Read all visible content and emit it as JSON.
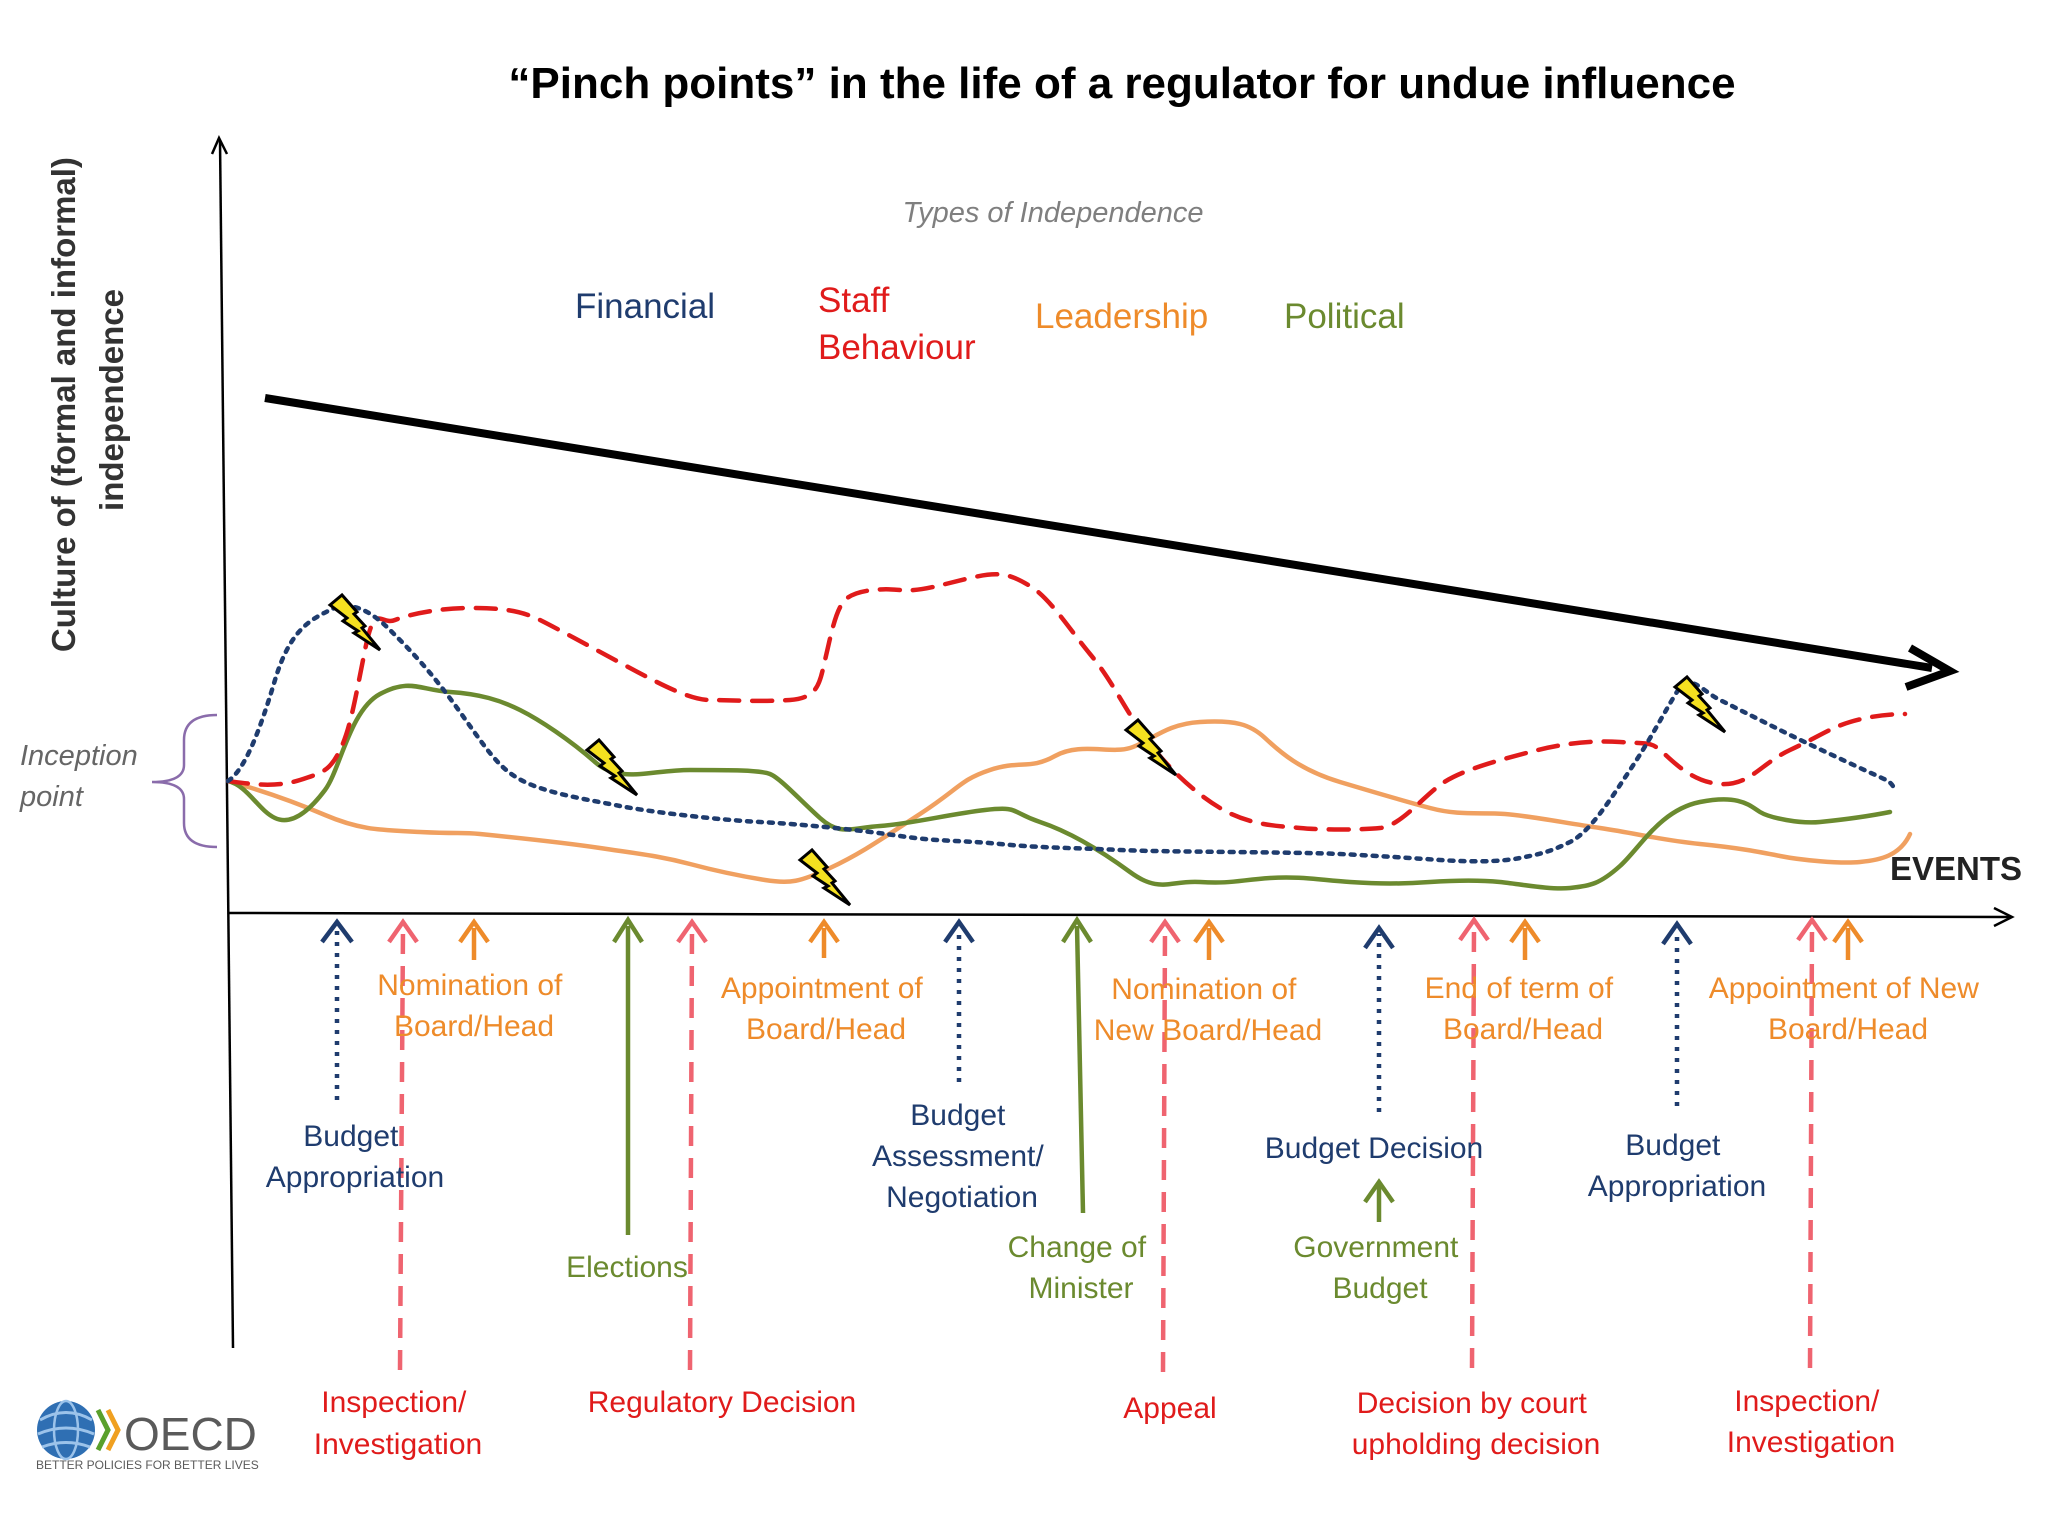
{
  "title": "“Pinch points” in the life of a regulator for undue influence",
  "y_axis_label": [
    "Culture of (formal and informal)",
    "independence"
  ],
  "x_axis_label": "EVENTS",
  "legend": {
    "heading": "Types of Independence",
    "items": [
      {
        "id": "financial",
        "lines": [
          "Financial"
        ],
        "color": "#1f3c6e"
      },
      {
        "id": "staff",
        "lines": [
          "Staff",
          "Behaviour"
        ],
        "color": "#e01b1b"
      },
      {
        "id": "leadership",
        "lines": [
          "Leadership"
        ],
        "color": "#ee8b2a"
      },
      {
        "id": "political",
        "lines": [
          "Political"
        ],
        "color": "#6b8a2f"
      }
    ]
  },
  "inception_label": [
    "Inception",
    "point"
  ],
  "colors": {
    "financial": "#1f3c6e",
    "staff": "#e01b1b",
    "staff_arrow": "#ef6470",
    "leadership": "#ee8b2a",
    "leadership_line": "#f0a060",
    "political": "#6b8a2f",
    "trend": "#000000",
    "lightning_fill": "#f5e020"
  },
  "events": [
    {
      "type": "financial",
      "lines": [
        "Budget",
        "Appropriation"
      ]
    },
    {
      "type": "staff",
      "lines": [
        "Inspection/",
        "Investigation"
      ]
    },
    {
      "type": "leadership",
      "lines": [
        "Nomination of",
        "Board/Head"
      ]
    },
    {
      "type": "political",
      "lines": [
        "Elections"
      ]
    },
    {
      "type": "staff",
      "lines": [
        "Regulatory Decision"
      ]
    },
    {
      "type": "leadership",
      "lines": [
        "Appointment of",
        "Board/Head"
      ]
    },
    {
      "type": "financial",
      "lines": [
        "Budget",
        "Assessment/",
        "Negotiation"
      ]
    },
    {
      "type": "political",
      "lines": [
        "Change of",
        "Minister"
      ]
    },
    {
      "type": "staff",
      "lines": [
        "Appeal"
      ]
    },
    {
      "type": "leadership",
      "lines": [
        "Nomination of",
        "New Board/Head"
      ]
    },
    {
      "type": "financial",
      "lines": [
        "Budget Decision"
      ]
    },
    {
      "type": "political",
      "lines": [
        "Government",
        "Budget"
      ]
    },
    {
      "type": "staff",
      "lines": [
        "Decision by court",
        "upholding decision"
      ]
    },
    {
      "type": "leadership",
      "lines": [
        "End of term of",
        "Board/Head"
      ]
    },
    {
      "type": "financial",
      "lines": [
        "Budget",
        "Appropriation"
      ]
    },
    {
      "type": "staff",
      "lines": [
        "Inspection/",
        "Investigation"
      ]
    },
    {
      "type": "leadership",
      "lines": [
        "Appointment of New",
        "Board/Head"
      ]
    }
  ],
  "logo": {
    "brand": "OECD",
    "tagline": "BETTER POLICIES FOR BETTER LIVES"
  }
}
